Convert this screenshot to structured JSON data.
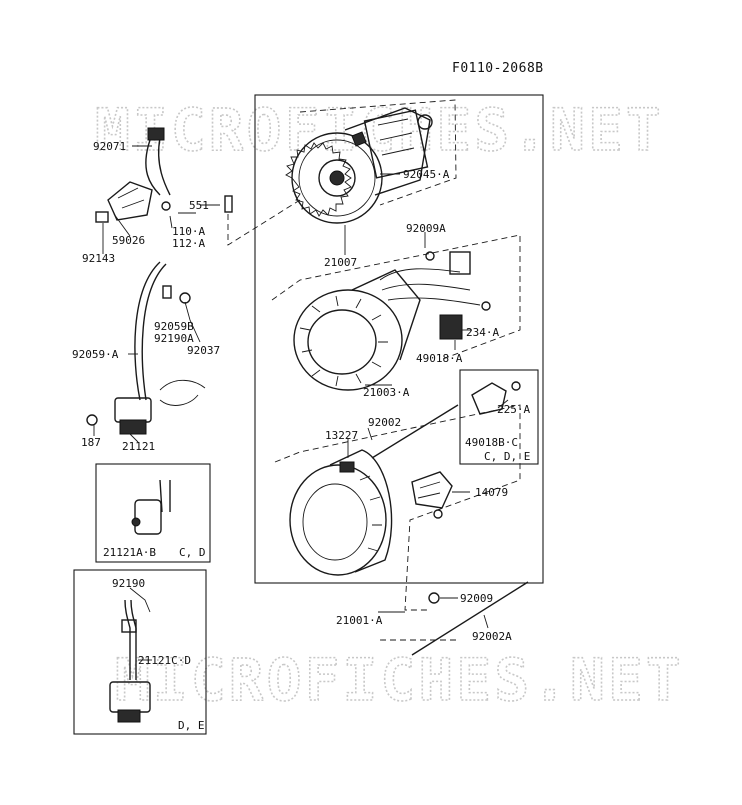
{
  "figure_ref": "F0110-2068B",
  "watermark": "MICROFICHES.NET",
  "part_labels": {
    "p92071": "92071",
    "p59026": "59026",
    "p92143": "92143",
    "p110a": "110·A",
    "p112a": "112·A",
    "p551": "551",
    "p92045a": "92045·A",
    "p21007": "21007",
    "p92009a": "92009A",
    "p92059b": "92059B",
    "p92190a": "92190A",
    "p92037": "92037",
    "p92059a": "92059·A",
    "p234a": "234·A",
    "p49018a": "49018·A",
    "p21003a": "21003·A",
    "p187": "187",
    "p21121": "21121",
    "p92002": "92002",
    "p13227": "13227",
    "p225a": "225·A",
    "p49018bc": "49018B·C",
    "p14079": "14079",
    "p21121ab": "21121A·B",
    "p92190": "92190",
    "p21121cd": "21121C·D",
    "p92009": "92009",
    "p21001a": "21001·A",
    "p92002a": "92002A"
  },
  "variant_notes": {
    "cde": "C, D, E",
    "cd": "C, D",
    "de": "D, E"
  }
}
